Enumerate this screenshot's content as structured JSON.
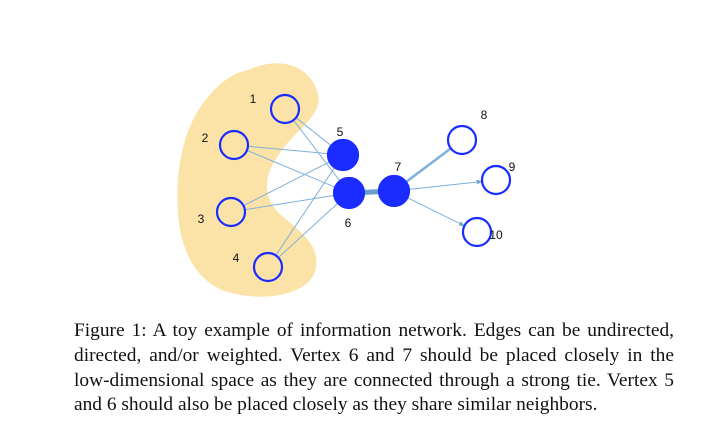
{
  "figure": {
    "nodes": [
      {
        "id": "1",
        "label": "1",
        "filled": false
      },
      {
        "id": "2",
        "label": "2",
        "filled": false
      },
      {
        "id": "3",
        "label": "3",
        "filled": false
      },
      {
        "id": "4",
        "label": "4",
        "filled": false
      },
      {
        "id": "5",
        "label": "5",
        "filled": true
      },
      {
        "id": "6",
        "label": "6",
        "filled": true
      },
      {
        "id": "7",
        "label": "7",
        "filled": true
      },
      {
        "id": "8",
        "label": "8",
        "filled": false
      },
      {
        "id": "9",
        "label": "9",
        "filled": false
      },
      {
        "id": "10",
        "label": "10",
        "filled": false
      }
    ],
    "edges": [
      {
        "from": "1",
        "to": "5",
        "type": "undirected",
        "weight": "thin"
      },
      {
        "from": "1",
        "to": "6",
        "type": "undirected",
        "weight": "thin"
      },
      {
        "from": "2",
        "to": "5",
        "type": "undirected",
        "weight": "thin"
      },
      {
        "from": "2",
        "to": "6",
        "type": "undirected",
        "weight": "thin"
      },
      {
        "from": "3",
        "to": "5",
        "type": "undirected",
        "weight": "thin"
      },
      {
        "from": "3",
        "to": "6",
        "type": "undirected",
        "weight": "thin"
      },
      {
        "from": "4",
        "to": "5",
        "type": "undirected",
        "weight": "thin"
      },
      {
        "from": "4",
        "to": "6",
        "type": "undirected",
        "weight": "thin"
      },
      {
        "from": "6",
        "to": "7",
        "type": "undirected",
        "weight": "strong"
      },
      {
        "from": "7",
        "to": "8",
        "type": "undirected",
        "weight": "medium"
      },
      {
        "from": "7",
        "to": "9",
        "type": "directed",
        "weight": "thin"
      },
      {
        "from": "7",
        "to": "10",
        "type": "directed",
        "weight": "thin"
      }
    ],
    "colors": {
      "highlight_region": "#fbe3a8",
      "node_stroke": "#1a2cff",
      "node_fill": "#1a2cff",
      "edge": "#7fb0d8",
      "edge_strong": "#6a9ccc"
    }
  },
  "caption": {
    "text": "Figure 1: A toy example of information network. Edges can be undirected, directed, and/or weighted. Vertex 6 and 7 should be placed closely in the low-dimensional space as they are connected through a strong tie. Vertex 5 and 6 should also be placed closely as they share similar neighbors."
  }
}
